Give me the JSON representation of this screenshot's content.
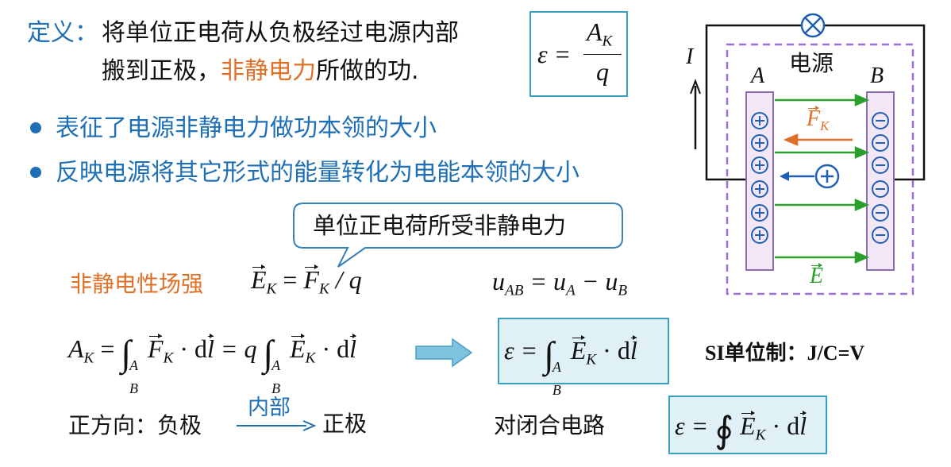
{
  "definition": {
    "label": "定义：",
    "line1": "将单位正电荷从负极经过电源内部",
    "line2_a": "搬到正极，",
    "line2_b": "非静电力",
    "line2_c": "所做的功."
  },
  "emf_def": {
    "lhs": "ε =",
    "num": "A",
    "num_sub": "K",
    "den": "q"
  },
  "bullets": [
    "表征了电源非静电力做功本领的大小",
    "反映电源将其它形式的能量转化为电能本领的大小"
  ],
  "callout": "单位正电荷所受非静电力",
  "field_label": "非静电性场强",
  "ek_formula": {
    "lhs": "E",
    "lhs_sub": "K",
    "eq": "=",
    "f": "F",
    "f_sub": "K",
    "rest": "/ q"
  },
  "u_formula": {
    "u": "u",
    "ab": "AB",
    "eq": "= u",
    "a": "A",
    "minus": "− u",
    "b": "B"
  },
  "work_formula": {
    "a": "A",
    "a_sub": "K",
    "eq1": "=",
    "upper": "A",
    "lower": "B",
    "f": "F",
    "f_sub": "K",
    "dot1": "· d",
    "l": "l",
    "eq2": "= q",
    "e": "E",
    "e_sub": "K",
    "dot2": "· d",
    "l2": "l"
  },
  "emf_integral": {
    "eps": "ε =",
    "upper": "A",
    "lower": "B",
    "e": "E",
    "e_sub": "K",
    "dot": "· d",
    "l": "l"
  },
  "si_unit": "SI单位制：J/C=V",
  "direction": {
    "label": "正方向：负极",
    "arrow_label": "内部",
    "target": "正极"
  },
  "closed_circuit": "对闭合电路",
  "closed_formula": {
    "eps": "ε =",
    "e": "E",
    "e_sub": "K",
    "dot": "· d",
    "l": "l"
  },
  "diagram": {
    "source_label": "电源",
    "current": "I",
    "plate_a": "A",
    "plate_b": "B",
    "fk": "F",
    "fk_sub": "K",
    "e": "E",
    "plus": "+",
    "minus": "−",
    "colors": {
      "wire": "#111111",
      "dashed": "#9b6fd6",
      "plate_fill": "#f2e6f7",
      "plate_stroke": "#8a6fb0",
      "green": "#2aa02a",
      "orange": "#e07028",
      "blue": "#1f5fb5"
    }
  }
}
